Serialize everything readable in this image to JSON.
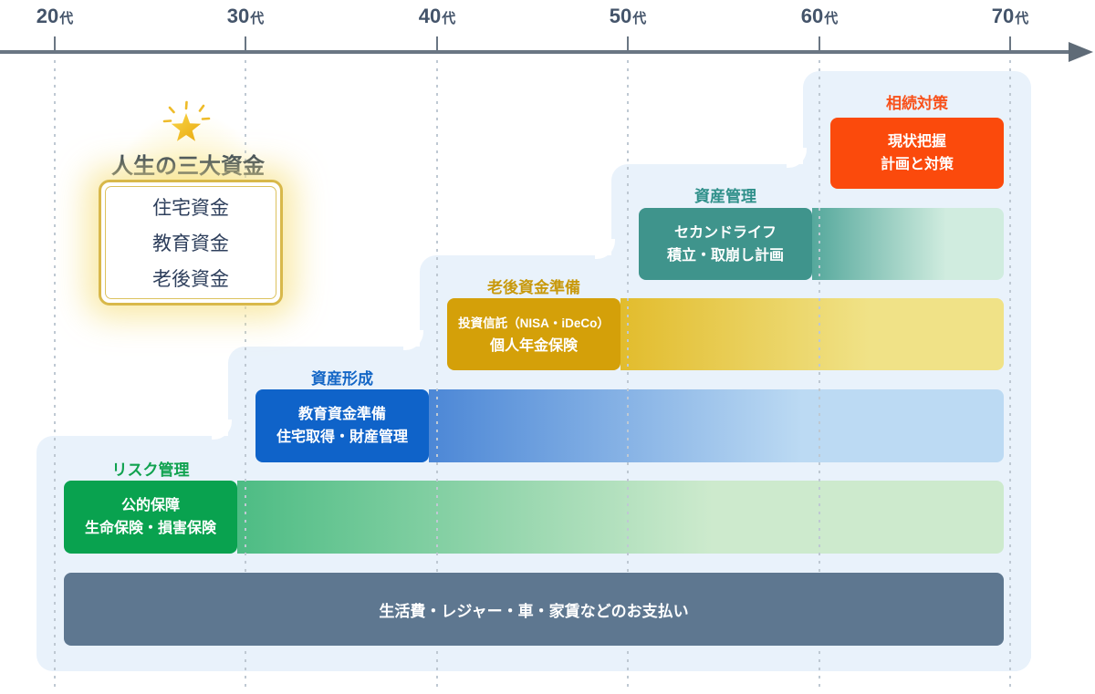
{
  "timeline": {
    "ticks": [
      {
        "value": "20",
        "suffix": "代"
      },
      {
        "value": "30",
        "suffix": "代"
      },
      {
        "value": "40",
        "suffix": "代"
      },
      {
        "value": "50",
        "suffix": "代"
      },
      {
        "value": "60",
        "suffix": "代"
      },
      {
        "value": "70",
        "suffix": "代"
      }
    ],
    "arrow_icon": "right-arrow-icon"
  },
  "highlight": {
    "star_icon": "star-sparkle-icon",
    "title": "人生の三大資金",
    "items": [
      "住宅資金",
      "教育資金",
      "老後資金"
    ]
  },
  "rows": [
    {
      "label": "相続対策",
      "lines": [
        "現状把握",
        "計画と対策"
      ],
      "label_color": "#f8511b",
      "box_color": "#fb4a0c"
    },
    {
      "label": "資産管理",
      "lines": [
        "セカンドライフ",
        "積立・取崩し計画"
      ],
      "label_color": "#2f908a",
      "box_color": "#3f948c",
      "tail_from": "#55a89c",
      "tail_to": "#d0ecdf"
    },
    {
      "label": "老後資金準備",
      "lines": [
        "投資信託（NISA・iDeCo）",
        "個人年金保険"
      ],
      "label_color": "#c8990c",
      "box_color": "#d4a009",
      "tail_from": "#e2bc2d",
      "tail_to": "#f0e287"
    },
    {
      "label": "資産形成",
      "lines": [
        "教育資金準備",
        "住宅取得・財産管理"
      ],
      "label_color": "#1366c6",
      "box_color": "#0f63c9",
      "tail_from": "#4c87d6",
      "tail_to": "#bcdaf3"
    },
    {
      "label": "リスク管理",
      "lines": [
        "公的保障",
        "生命保険・損害保険"
      ],
      "label_color": "#10a24f",
      "box_color": "#09a24f",
      "tail_from": "#4dbc84",
      "tail_to": "#cdeacd"
    }
  ],
  "base_bar": {
    "text": "生活費・レジャー・車・家賃などのお支払い",
    "color": "#5e7790"
  },
  "colors": {
    "background": "#ffffff",
    "step_panel": "#e9f2fb",
    "axis": "#6a7683",
    "tick_label": "#44546a",
    "dotted_line": "#bfc9d3",
    "highlight_border_gold": "#d8b84a",
    "highlight_text_navy": "#2e3f5c",
    "star_gold": "#f3c117"
  }
}
